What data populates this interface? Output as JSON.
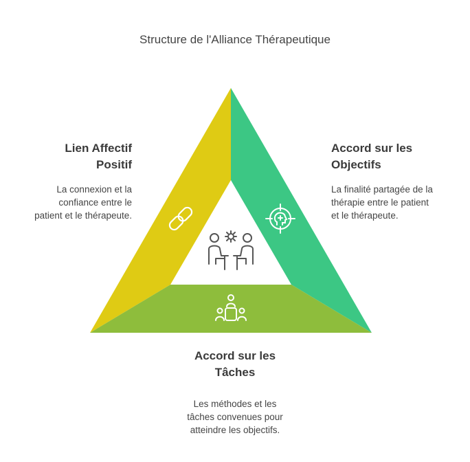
{
  "title": "Structure de l'Alliance Thérapeutique",
  "colors": {
    "yellow": "#DFCB14",
    "green": "#3CC784",
    "olive": "#8EBD3C",
    "icon_stroke_light": "#ffffff",
    "icon_stroke_dark": "#555555"
  },
  "sections": {
    "left": {
      "heading": [
        "Lien Affectif",
        "Positif"
      ],
      "text": [
        "La connexion et la",
        "confiance entre le",
        "patient et le thérapeute."
      ],
      "icon": "link-icon"
    },
    "right": {
      "heading": [
        "Accord sur les",
        "Objectifs"
      ],
      "text": [
        "La finalité partagée de la",
        "thérapie entre le patient",
        "et le thérapeute."
      ],
      "icon": "target-head-icon"
    },
    "bottom": {
      "heading": [
        "Accord sur les",
        "Tâches"
      ],
      "text": [
        "Les méthodes et les",
        "tâches convenues pour",
        "atteindre les objectifs."
      ],
      "icon": "meeting-table-icon"
    },
    "center": {
      "icon": "two-people-gear-icon"
    }
  }
}
